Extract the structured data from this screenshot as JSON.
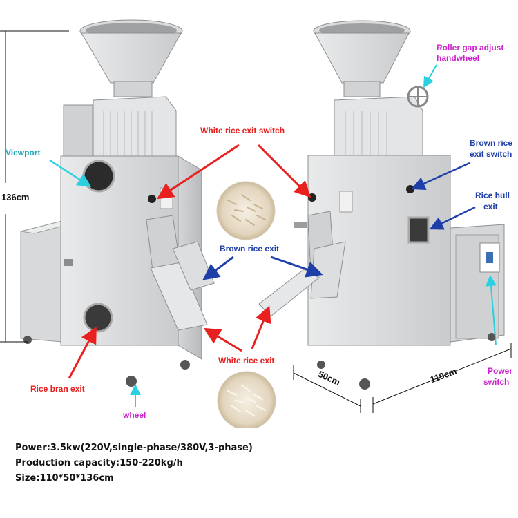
{
  "labels": {
    "viewport": "Viewport",
    "white_rice_exit_switch": "White rice exit switch",
    "brown_rice_exit": "Brown rice exit",
    "white_rice_exit": "White rice exit",
    "rice_bran_exit": "Rice bran exit",
    "wheel": "wheel",
    "roller_gap_line1": "Roller gap adjust",
    "roller_gap_line2": "handwheel",
    "brown_rice_switch_line1": "Brown rice",
    "brown_rice_switch_line2": "exit switch",
    "rice_hull_line1": "Rice hull",
    "rice_hull_line2": "exit",
    "power_switch_line1": "Power",
    "power_switch_line2": "switch"
  },
  "dimensions": {
    "height": "136cm",
    "depth": "50cm",
    "width": "110cm"
  },
  "specs": {
    "power": "Power:3.5kw(220V,single-phase/380V,3-phase)",
    "capacity": "Production capacity:150-220kg/h",
    "size": "Size:110*50*136cm"
  },
  "colors": {
    "red_arrow": "#e8201f",
    "blue_arrow": "#1f3fa8",
    "cyan_arrow": "#2ad0e0",
    "magenta_text": "#cc22cc",
    "machine_body": "#dcdedf"
  }
}
